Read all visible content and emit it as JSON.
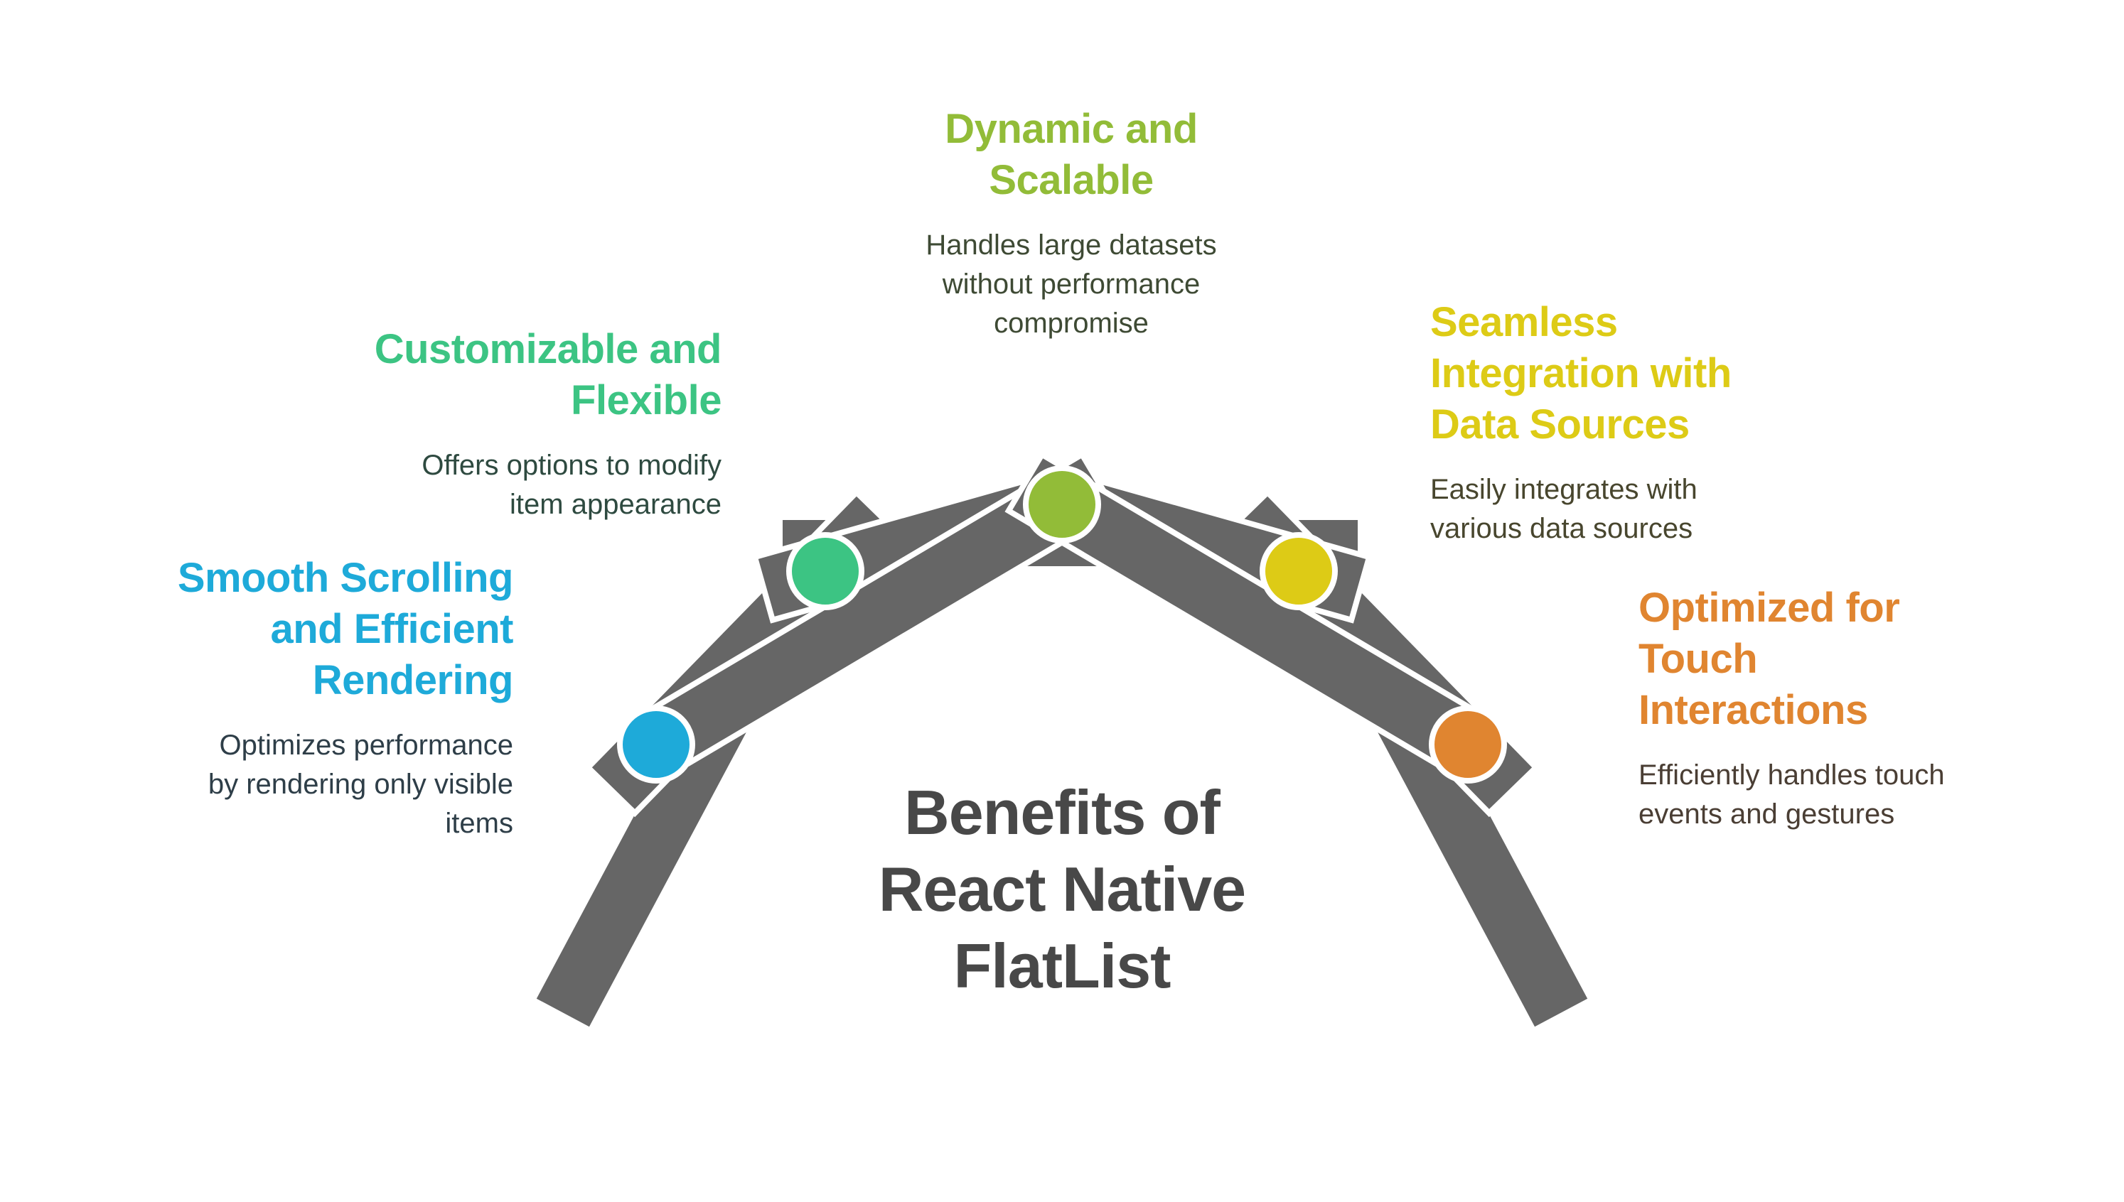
{
  "title": {
    "lines": [
      "Benefits of",
      "React Native",
      "FlatList"
    ]
  },
  "colors": {
    "structure": "#666666",
    "title": "#484848",
    "outline": "#ffffff"
  },
  "benefits": [
    {
      "id": "smooth-scrolling",
      "color": "#1EAAD9",
      "text_color": "#2E3E48",
      "heading_lines": [
        "Smooth Scrolling",
        "and Efficient",
        "Rendering"
      ],
      "body_lines": [
        "Optimizes performance",
        "by rendering only visible",
        "items"
      ]
    },
    {
      "id": "customizable",
      "color": "#3CC483",
      "text_color": "#2E4A40",
      "heading_lines": [
        "Customizable and",
        "Flexible"
      ],
      "body_lines": [
        "Offers options to modify",
        "item appearance"
      ]
    },
    {
      "id": "dynamic-scalable",
      "color": "#92BC38",
      "text_color": "#3E4A34",
      "heading_lines": [
        "Dynamic and",
        "Scalable"
      ],
      "body_lines": [
        "Handles large datasets",
        "without performance",
        "compromise"
      ]
    },
    {
      "id": "seamless-integration",
      "color": "#DDCB16",
      "text_color": "#48462E",
      "heading_lines": [
        "Seamless",
        "Integration with",
        "Data Sources"
      ],
      "body_lines": [
        "Easily integrates with",
        "various data sources"
      ]
    },
    {
      "id": "touch-interactions",
      "color": "#E08530",
      "text_color": "#4A3E34",
      "heading_lines": [
        "Optimized for",
        "Touch",
        "Interactions"
      ],
      "body_lines": [
        "Efficiently handles touch",
        "events and gestures"
      ]
    }
  ]
}
